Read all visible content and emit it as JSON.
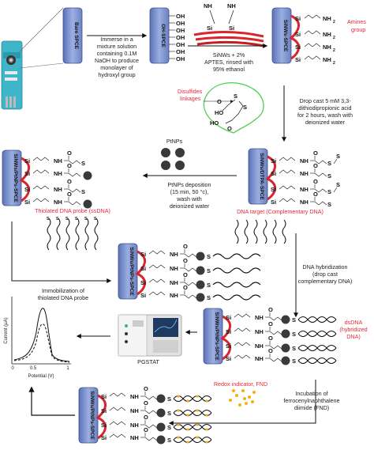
{
  "electrodes": {
    "bare": "Bare SPCE",
    "oh": "OH-SPCE",
    "siNWs": "SiNWs-SPCE",
    "dtpa": "SiNWs/DTPA-SPCE",
    "ptnps": "SiNWs/PtNPs-SPCE",
    "ssdna": "SiNWs/PtNPs-SPCE",
    "dsdna": "SiNWs/PtNPs-SPCE",
    "redox": "SiNWs/PtNPs-SPCE"
  },
  "chem": {
    "oh": "OH",
    "nh2_top": "NH",
    "nh2_sub": "2",
    "si": "Si",
    "nh": "NH",
    "o": "O",
    "s": "S",
    "ho": "HO"
  },
  "steps": {
    "step1": [
      "Immerse in a",
      "mixture solution",
      "containing 0.1M",
      "NaOH to produce",
      "monolayer of",
      "hydroxyl group"
    ],
    "step2": [
      "SiNWs + 2%",
      "APTES, rinsed with",
      "95% ethanol"
    ],
    "step3": [
      "Drop cast 5 mM 3,3-",
      "dithiodipropionic acid",
      "for 2 hours, wash with",
      "deionized water"
    ],
    "step4": [
      "PtNPs deposition",
      "(15 min, 50 °c),",
      "wash with",
      "deionized water"
    ],
    "step5": [
      "Immobilization of",
      "thiolated DNA probe"
    ],
    "step6": [
      "DNA hybridization",
      "(drop cast",
      "complementary DNA)"
    ],
    "step7": [
      "Incubation of",
      "ferrocenylnaphthalene",
      "diimide (FND)"
    ]
  },
  "labels": {
    "amines": [
      "Amines",
      "group"
    ],
    "disulfides": [
      "Disulfides",
      "linkages"
    ],
    "ptnps": "PtNPs",
    "thiolated": "Thiolated DNA probe (ssDNA)",
    "target": "DNA target (Complementary DNA)",
    "dsdna": [
      "dsDNA",
      "(hybridized",
      "DNA)"
    ],
    "redox": "Redox indicator, FND",
    "pgstat": "PGSTAT"
  },
  "graph": {
    "ylabel": "Current (µA)",
    "xlabel": "Potential (V)",
    "ticks": [
      "0",
      "0.5",
      "1"
    ]
  },
  "colors": {
    "electrode_blue": "#7a8fc9",
    "electrode_red": "#d9262e",
    "label_red": "#e8293b",
    "particle": "#3a3a3a",
    "arrow": "#111111",
    "sensor_teal": "#3fb5c9"
  }
}
